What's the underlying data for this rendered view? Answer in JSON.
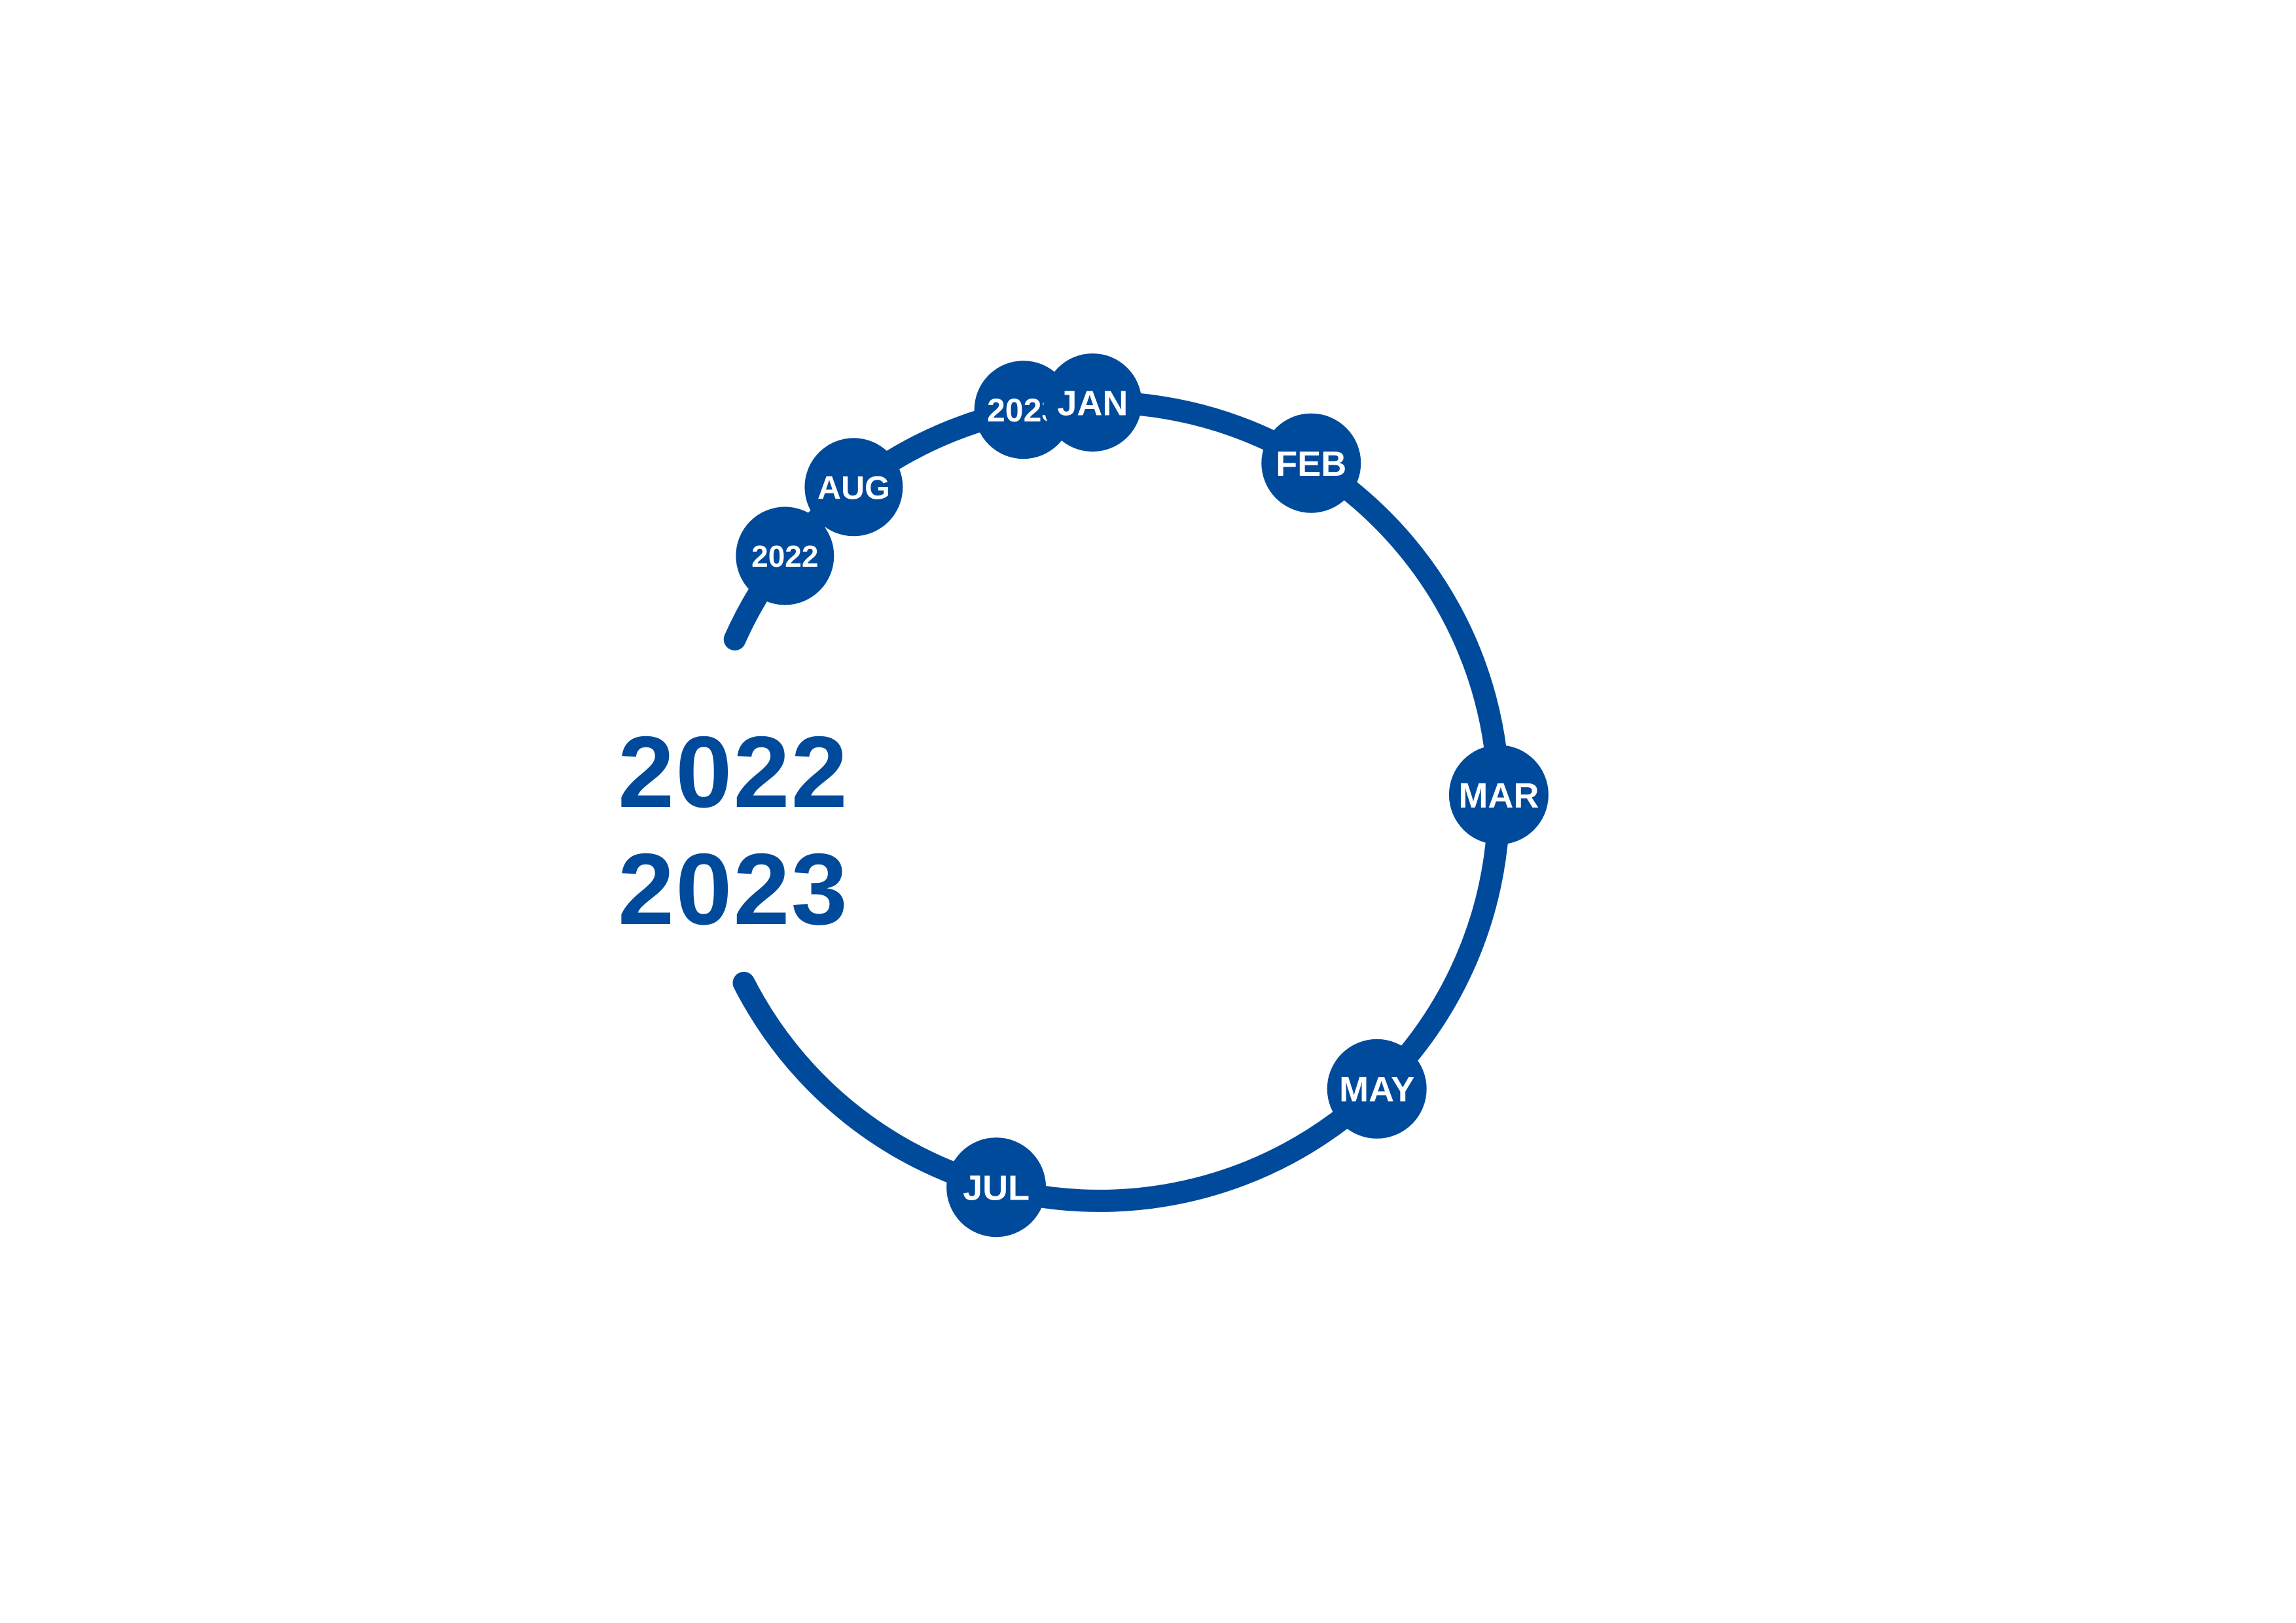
{
  "colors": {
    "primary": "#004a9c",
    "background": "#ffffff",
    "label": "#ffffff"
  },
  "headings": {
    "line1": "2022",
    "line2": "2023"
  },
  "timeline": {
    "markers": [
      {
        "id": "2022",
        "label": "2022",
        "kind": "year"
      },
      {
        "id": "aug",
        "label": "AUG",
        "kind": "month"
      },
      {
        "id": "2023",
        "label": "2023",
        "kind": "year"
      },
      {
        "id": "jan",
        "label": "JAN",
        "kind": "month"
      },
      {
        "id": "feb",
        "label": "FEB",
        "kind": "month"
      },
      {
        "id": "mar",
        "label": "MAR",
        "kind": "month"
      },
      {
        "id": "may",
        "label": "MAY",
        "kind": "month"
      },
      {
        "id": "jul",
        "label": "JUL",
        "kind": "month"
      }
    ]
  }
}
